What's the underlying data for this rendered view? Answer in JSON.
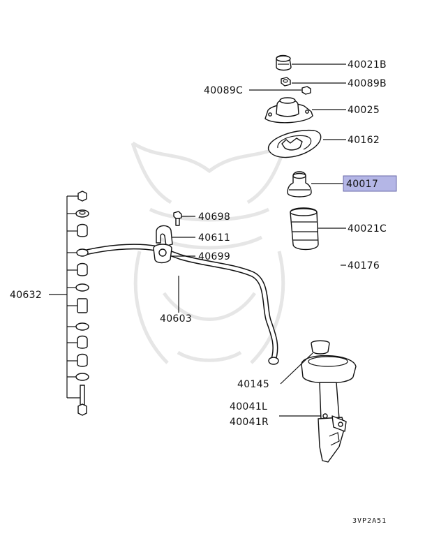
{
  "diagram": {
    "diagram_code": "3VP2A51",
    "highlight_color": "#b4b6e6",
    "parts": [
      {
        "id": "p40021b",
        "label": "40021B"
      },
      {
        "id": "p40089b",
        "label": "40089B"
      },
      {
        "id": "p40089c",
        "label": "40089C"
      },
      {
        "id": "p40025",
        "label": "40025"
      },
      {
        "id": "p40162",
        "label": "40162"
      },
      {
        "id": "p40017",
        "label": "40017",
        "highlighted": true
      },
      {
        "id": "p40021c",
        "label": "40021C"
      },
      {
        "id": "p40176",
        "label": "40176"
      },
      {
        "id": "p40145",
        "label": "40145"
      },
      {
        "id": "p40041l",
        "label": "40041L"
      },
      {
        "id": "p40041r",
        "label": "40041R"
      },
      {
        "id": "p40698",
        "label": "40698"
      },
      {
        "id": "p40611",
        "label": "40611"
      },
      {
        "id": "p40699",
        "label": "40699"
      },
      {
        "id": "p40603",
        "label": "40603"
      },
      {
        "id": "p40632",
        "label": "40632"
      }
    ]
  }
}
